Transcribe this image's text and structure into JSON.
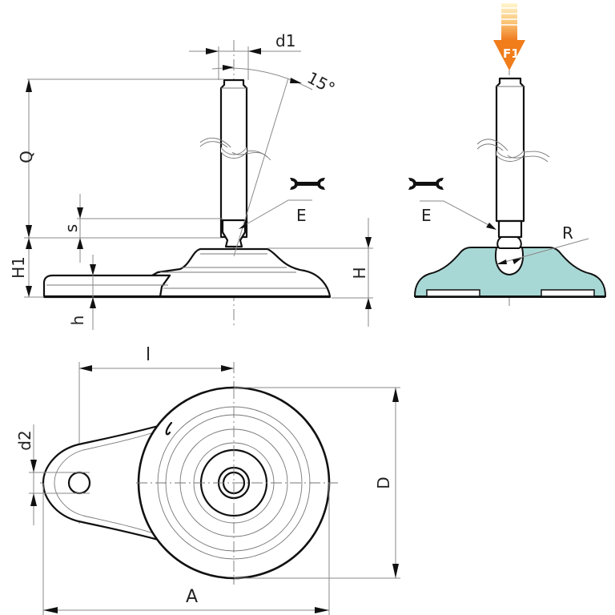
{
  "title": "Leveling foot with stud and fixing lug - technical drawing",
  "colors": {
    "line": "#111111",
    "dimension_line": "#8a8a8a",
    "base_section_fill": "#a8d8d5",
    "force_arrow_top": "#fde9a8",
    "force_arrow_bottom": "#f07c1a"
  },
  "side_view": {
    "labels": {
      "d1": "d1",
      "angle": "15°",
      "Q": "Q",
      "s": "s",
      "E": "E",
      "H1": "H1",
      "H": "H",
      "h": "h"
    },
    "icons": [
      "wrench-icon"
    ]
  },
  "section_view": {
    "labels": {
      "force": "F1",
      "E": "E",
      "R": "R"
    },
    "icons": [
      "wrench-icon",
      "force-arrow-icon"
    ]
  },
  "top_view": {
    "labels": {
      "l": "l",
      "d2": "d2",
      "D": "D",
      "A": "A"
    }
  }
}
